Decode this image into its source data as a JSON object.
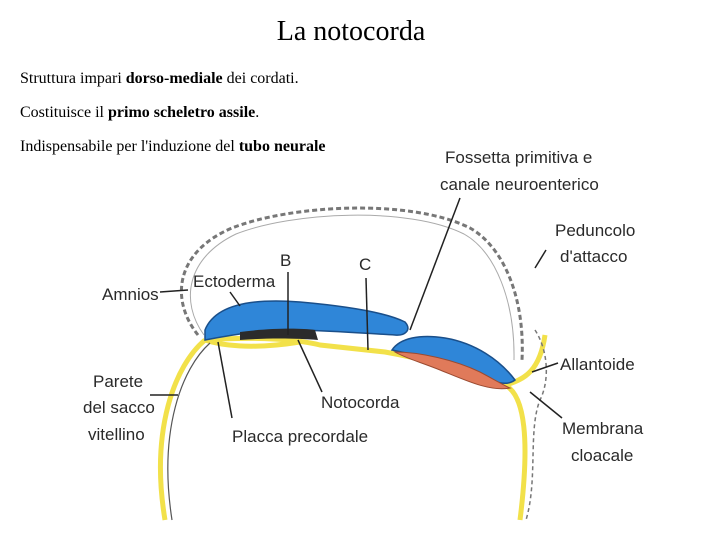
{
  "title": "La notocorda",
  "text_lines": [
    {
      "parts": [
        "Struttura impari ",
        "dorso-mediale",
        " dei cordati."
      ]
    },
    {
      "parts": [
        "Costituisce il ",
        "primo scheletro assile",
        "."
      ]
    },
    {
      "parts": [
        "Indispensabile per l'induzione del ",
        "tubo neurale",
        ""
      ]
    }
  ],
  "diagram": {
    "labels": {
      "fossetta_1": "Fossetta primitiva e",
      "fossetta_2": "canale neuroenterico",
      "peduncolo_1": "Peduncolo",
      "peduncolo_2": "d'attacco",
      "b": "B",
      "c": "C",
      "ectoderma": "Ectoderma",
      "amnios": "Amnios",
      "allantoide": "Allantoide",
      "parete_1": "Parete",
      "parete_2": "del sacco",
      "parete_3": "vitellino",
      "notocorda": "Notocorda",
      "placca": "Placca precordale",
      "membrana_1": "Membrana",
      "membrana_2": "cloacale"
    },
    "colors": {
      "ectoderm": "#2f86d8",
      "yolk_sac": "#f2e14a",
      "notochord": "#2b2b2b",
      "mesoderm": "#e07a5a"
    }
  }
}
